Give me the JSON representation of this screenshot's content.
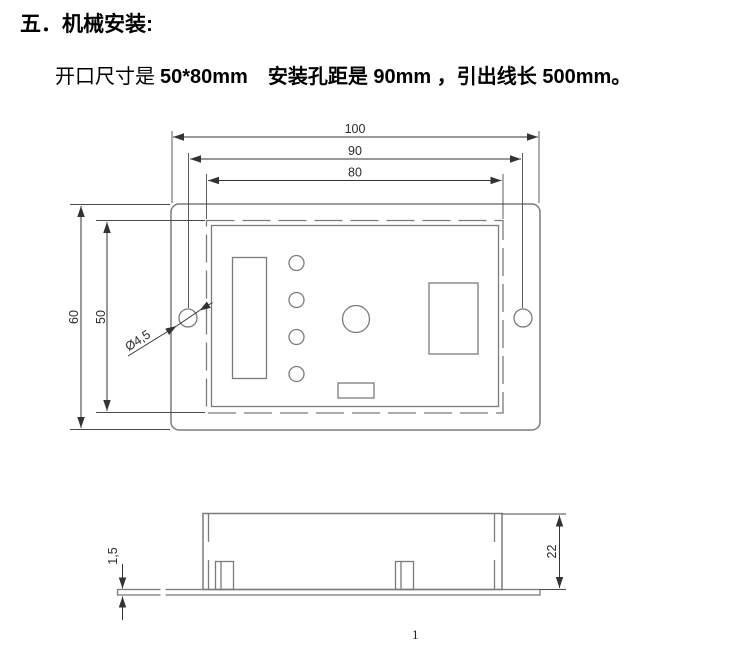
{
  "document": {
    "heading": "五．机械安装:",
    "intro": {
      "normal": "开口尺寸是 ",
      "bold": "50*80mm　安装孔距是 90mm ，引出线长 500mm。"
    },
    "page_number": "1"
  },
  "drawing": {
    "front_view": {
      "dim_overall_width": "100",
      "dim_hole_spacing": "90",
      "dim_opening_width": "80",
      "dim_overall_height": "60",
      "dim_opening_height": "50",
      "dim_hole_diameter": "Ø4,5"
    },
    "side_view": {
      "dim_flange_thickness": "1,5",
      "dim_body_depth": "22"
    },
    "colors": {
      "outline": "#7b7b7b",
      "dimension": "#333333",
      "text": "#2b2b2b"
    }
  }
}
